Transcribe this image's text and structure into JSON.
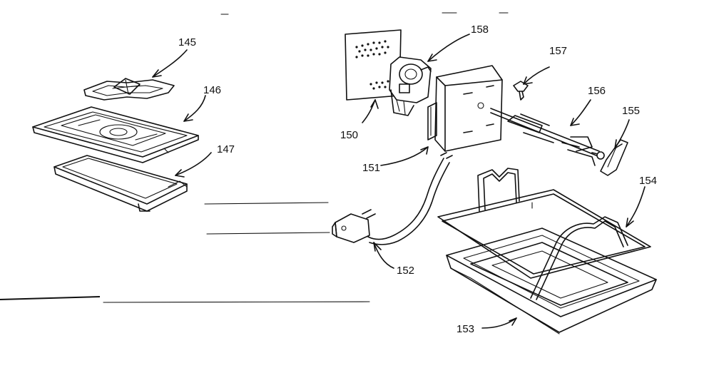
{
  "callouts": {
    "p145": "145",
    "p146": "146",
    "p147": "147",
    "p150": "150",
    "p151": "151",
    "p152": "152",
    "p153": "153",
    "p154": "154",
    "p155": "155",
    "p156": "156",
    "p157": "157",
    "p158": "158"
  }
}
